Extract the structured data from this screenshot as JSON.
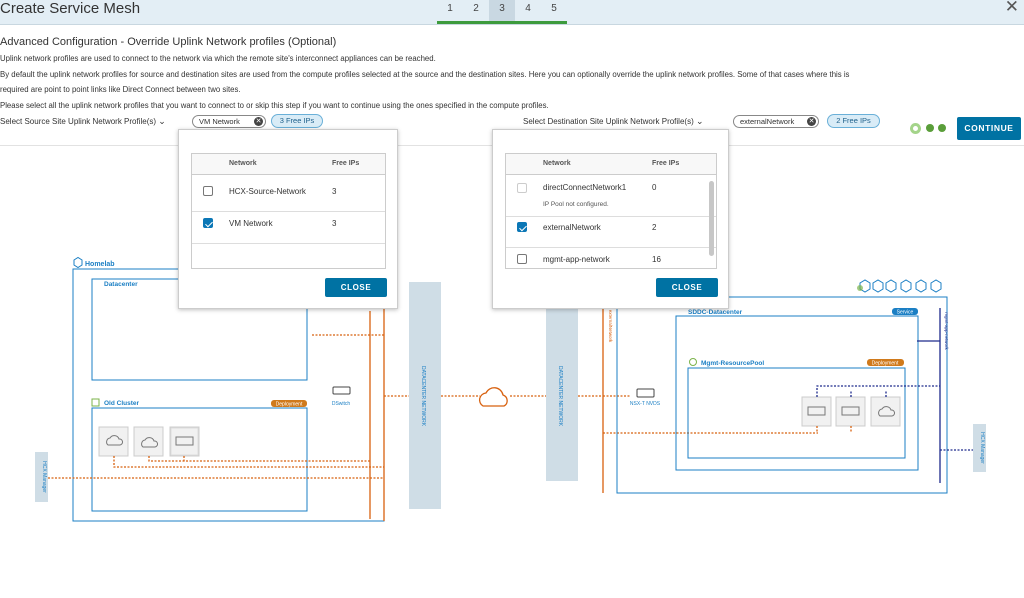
{
  "header": {
    "title": "Create Service Mesh",
    "steps": [
      "1",
      "2",
      "3",
      "4",
      "5"
    ],
    "active_step": "3",
    "close_icon": "close-icon"
  },
  "section": {
    "title": "Advanced Configuration - Override Uplink Network profiles (Optional)",
    "lines": [
      "Uplink network profiles are used to connect to the network via which the remote site's interconnect appliances can be reached.",
      "By default the uplink network profiles for source and destination sites are used from the compute profiles selected at the source and the destination sites. Here you can optionally override the uplink network profiles. Some of that cases where this is",
      "required are point to point links like Direct Connect between two sites.",
      "Please select all the uplink network profiles that you want to connect to or skip this step if you want to continue using the ones specified in the compute profiles."
    ]
  },
  "source": {
    "label": "Select Source Site Uplink Network Profile(s)",
    "chip": "VM Network",
    "free_ips": "3 Free IPs",
    "table": {
      "col_network": "Network",
      "col_free": "Free IPs",
      "rows": [
        {
          "name": "HCX-Source-Network",
          "free": "3",
          "checked": false
        },
        {
          "name": "VM Network",
          "free": "3",
          "checked": true
        }
      ]
    },
    "close_label": "CLOSE"
  },
  "destination": {
    "label": "Select Destination Site Uplink Network Profile(s)",
    "chip": "externalNetwork",
    "free_ips": "2 Free IPs",
    "table": {
      "col_network": "Network",
      "col_free": "Free IPs",
      "rows": [
        {
          "name": "directConnectNetwork1",
          "free": "0",
          "note": "IP Pool not configured.",
          "checked": false
        },
        {
          "name": "externalNetwork",
          "free": "2",
          "checked": true
        },
        {
          "name": "mgmt-app-network",
          "free": "16",
          "checked": false
        }
      ]
    },
    "close_label": "CLOSE"
  },
  "continue_label": "CONTINUE",
  "diagram": {
    "homelab": "Homelab",
    "datacenter": "Datacenter",
    "old_cluster": "Old Cluster",
    "deployment": "Deployment",
    "dswitch": "DSwitch",
    "dc_network": "DATACENTER NETWORK",
    "hcx_manager": "HCX Manager",
    "sddc_datacenter": "SDDC-Datacenter",
    "service": "Service",
    "mgmt_rp": "Mgmt-ResourcePool",
    "nsx_t": "NSX-T NVDS",
    "ext_network": "externalNetwork",
    "mgmt_app_network": "mgmt-app-network",
    "colors": {
      "blue": "#1b7fc4",
      "orange": "#d8610f",
      "navy": "#1d2a8c",
      "network_bar": "#cfdde6",
      "deploy_badge": "#d07a1c"
    }
  }
}
